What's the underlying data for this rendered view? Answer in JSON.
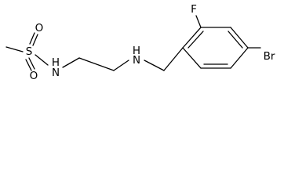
{
  "molecule": {
    "atoms": {
      "s1": "S",
      "o1": "O",
      "o2": "O",
      "n1": "N",
      "h1": "H",
      "n2": "N",
      "h2": "H",
      "f1": "F",
      "br1": "Br"
    }
  }
}
